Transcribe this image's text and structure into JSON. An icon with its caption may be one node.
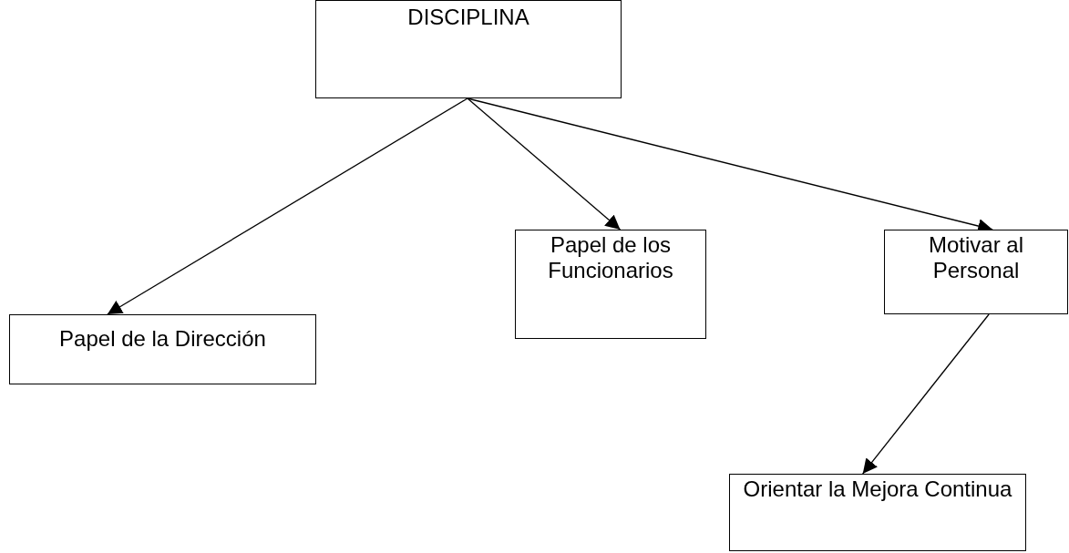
{
  "diagram": {
    "nodes": [
      {
        "text": [
          "DISCIPLINA"
        ]
      },
      {
        "text": [
          "Papel de la Dirección"
        ]
      },
      {
        "text": [
          "Papel de los Funcionarios"
        ]
      },
      {
        "text": [
          "Motivar al Personal"
        ]
      },
      {
        "text": [
          "Orientar la Mejora Continua"
        ]
      }
    ],
    "edges": [
      {
        "from": 0,
        "to": 1,
        "arrow": "to"
      },
      {
        "from": 0,
        "to": 2,
        "arrow": "to"
      },
      {
        "from": 0,
        "to": 3,
        "arrow": "to"
      },
      {
        "from": 3,
        "to": 4,
        "arrow": "to"
      }
    ]
  }
}
